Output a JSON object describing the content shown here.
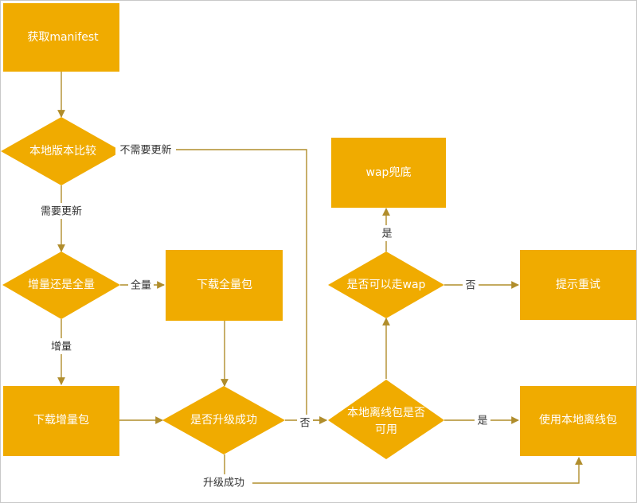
{
  "colors": {
    "node_fill": "#f0ab00",
    "node_text": "#ffffff",
    "edge": "#b08d2c",
    "edge_label": "#333333",
    "background": "#ffffff"
  },
  "nodes": {
    "get_manifest": "获取manifest",
    "compare_version": "本地版本比较",
    "incremental_or_full": "增量还是全量",
    "download_full": "下载全量包",
    "download_incremental": "下载增量包",
    "upgrade_success_q": "是否升级成功",
    "offline_available_q_line1": "本地离线包是否",
    "offline_available_q_line2": "可用",
    "wap_fallback": "wap兜底",
    "can_use_wap_q": "是否可以走wap",
    "retry_prompt": "提示重试",
    "use_local_offline": "使用本地离线包"
  },
  "edge_labels": {
    "no_update_needed": "不需要更新",
    "update_needed": "需要更新",
    "full": "全量",
    "incremental": "增量",
    "no_1": "否",
    "yes_1": "是",
    "yes_2": "是",
    "no_2": "否",
    "upgrade_success": "升级成功"
  }
}
